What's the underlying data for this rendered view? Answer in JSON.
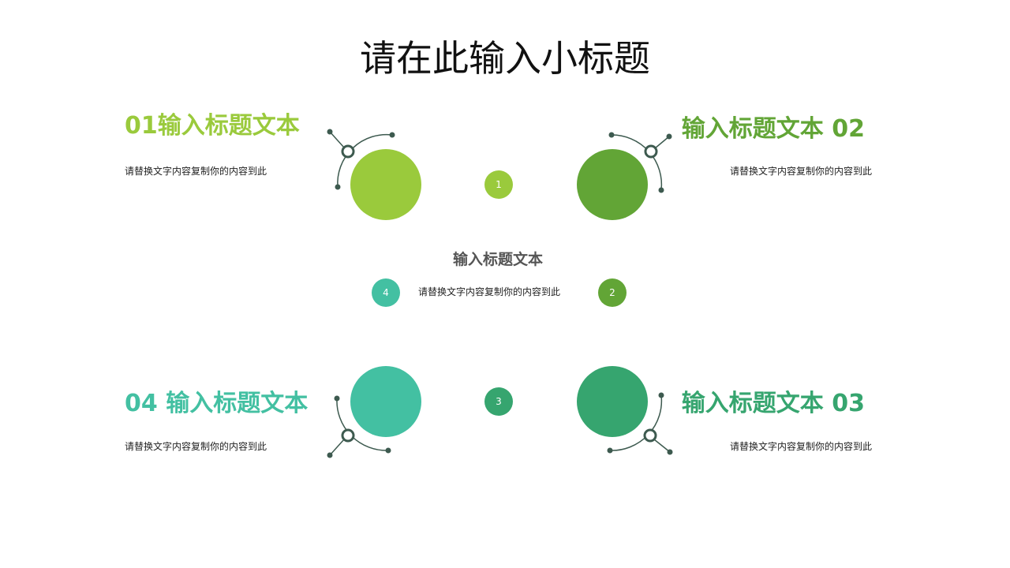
{
  "title": "请在此输入小标题",
  "colors": {
    "c1": "#9ACA3C",
    "c2": "#62A536",
    "c3": "#36A56F",
    "c4": "#43C0A2",
    "decor": "#3D5A4F",
    "center_title": "#555555"
  },
  "items": [
    {
      "title": "01输入标题文本",
      "desc": "请替换文字内容复制你的内容到此",
      "number": "1"
    },
    {
      "title": "输入标题文本 02",
      "desc": "请替换文字内容复制你的内容到此",
      "number": "2"
    },
    {
      "title": "输入标题文本 03",
      "desc": "请替换文字内容复制你的内容到此",
      "number": "3"
    },
    {
      "title": "04 输入标题文本",
      "desc": "请替换文字内容复制你的内容到此",
      "number": "4"
    }
  ],
  "center": {
    "title": "输入标题文本",
    "desc": "请替换文字内容复制你的内容到此"
  }
}
